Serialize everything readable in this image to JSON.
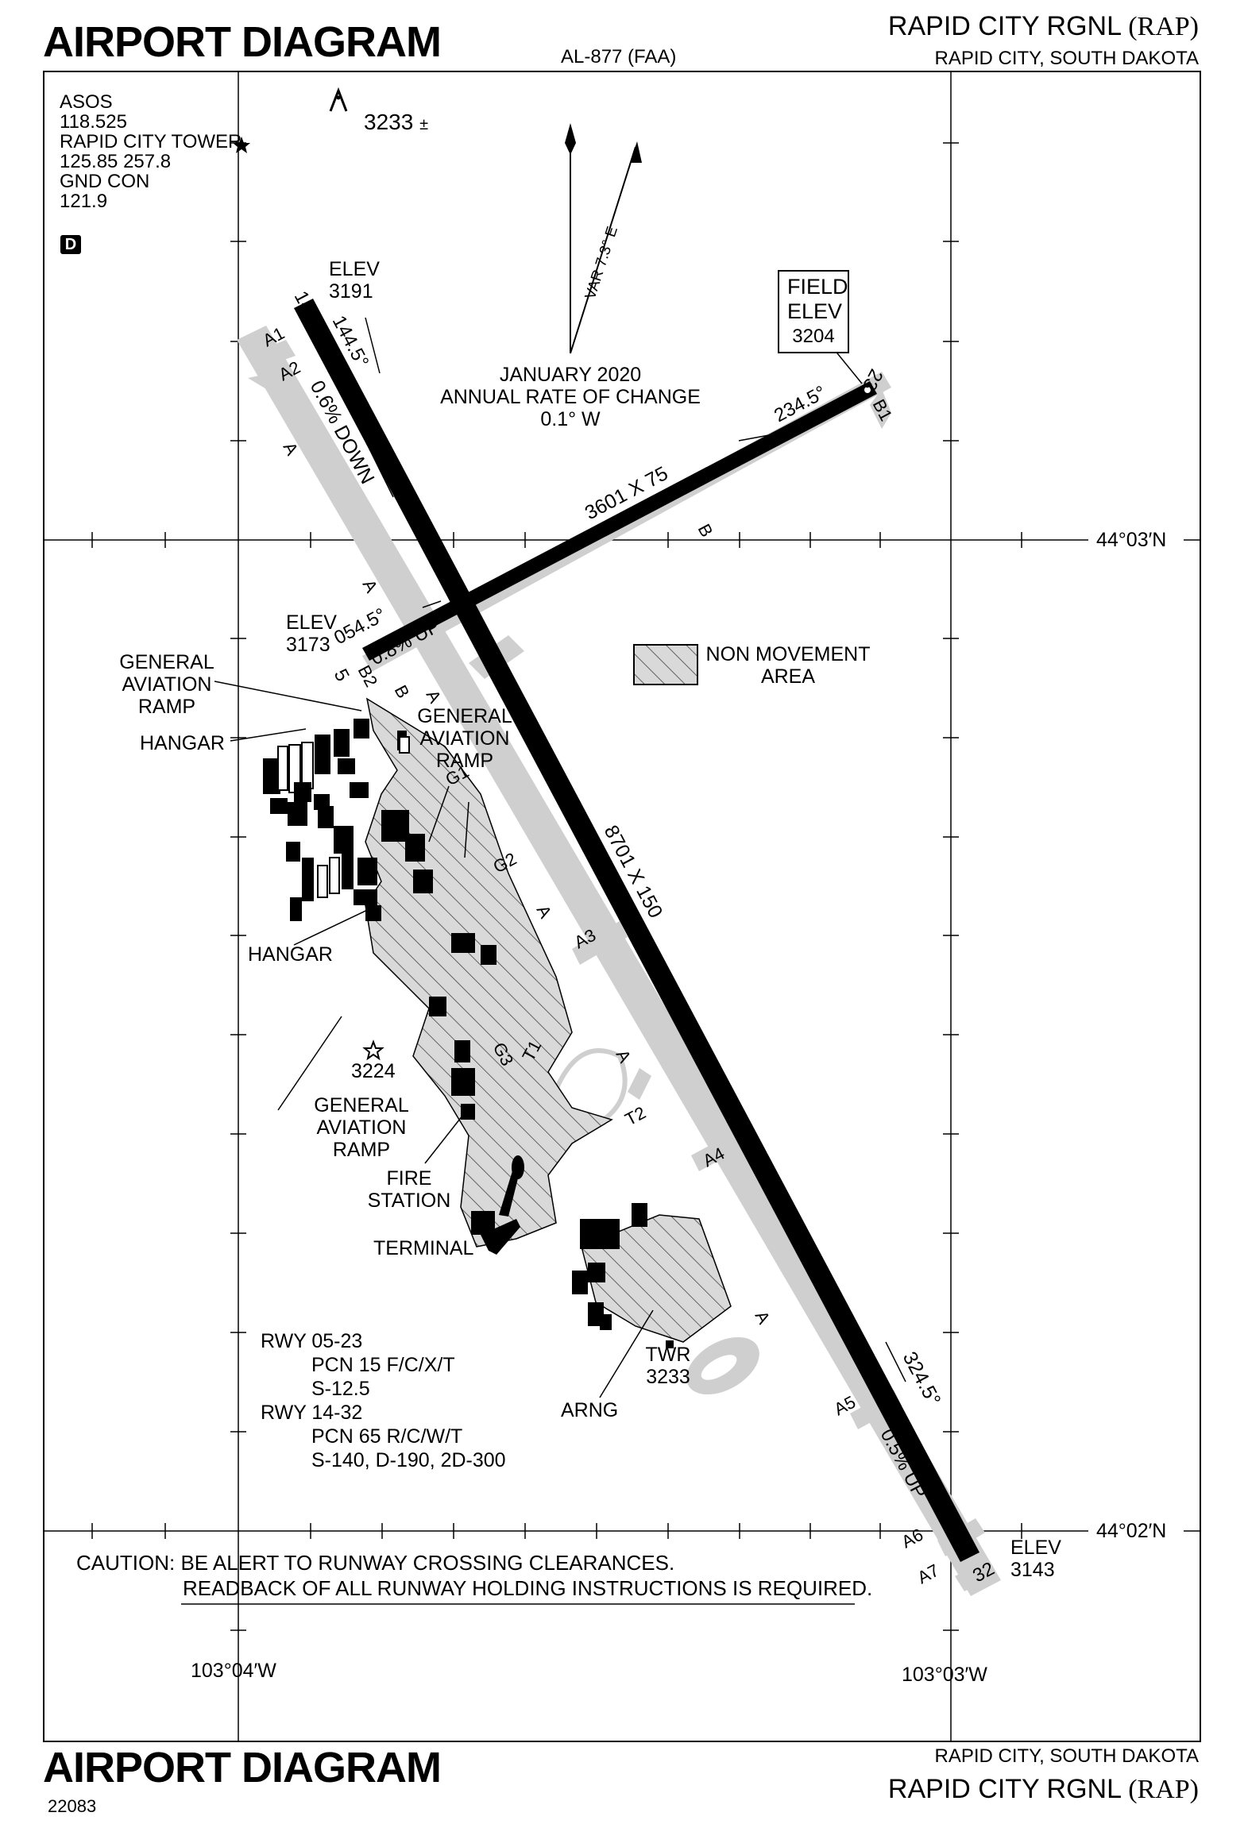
{
  "header": {
    "title": "AIRPORT DIAGRAM",
    "chart_id": "AL-877 (FAA)",
    "airport_name": "RAPID CITY RGNL",
    "airport_code": "(RAP)",
    "city_state": "RAPID CITY, SOUTH DAKOTA"
  },
  "frequencies": {
    "asos_label": "ASOS",
    "asos_freq": "118.525",
    "tower_label": "RAPID CITY TOWER",
    "tower_freq": "125.85  257.8",
    "gnd_label": "GND CON",
    "gnd_freq": "121.9",
    "d_badge": "D"
  },
  "obstacle": {
    "elevation": "3233",
    "suffix": "±"
  },
  "magnetic": {
    "var_label": "VAR 7.3° E",
    "date": "JANUARY 2020",
    "rate_label": "ANNUAL RATE OF CHANGE",
    "rate_value": "0.1° W"
  },
  "field_elev": {
    "line1": "FIELD",
    "line2": "ELEV",
    "value": "3204"
  },
  "runways": {
    "r14": {
      "number": "14",
      "elev_label": "ELEV",
      "elev": "3191",
      "bearing": "144.5°",
      "gradient": "0.6% DOWN"
    },
    "r32": {
      "number": "32",
      "elev_label": "ELEV",
      "elev": "3143",
      "bearing": "324.5°",
      "gradient": "0.5% UP"
    },
    "r05": {
      "number": "5",
      "elev_label": "ELEV",
      "elev": "3173",
      "bearing": "054.5°",
      "gradient": "0.8% UP"
    },
    "r23": {
      "number": "23",
      "bearing": "234.5°"
    },
    "dims_14_32": "8701 X 150",
    "dims_05_23": "3601 X 75"
  },
  "taxiways": {
    "A1": "A1",
    "A2": "A2",
    "A3": "A3",
    "A4": "A4",
    "A5": "A5",
    "A6": "A6",
    "A7": "A7",
    "A": "A",
    "B": "B",
    "B1": "B1",
    "B2": "B2",
    "G1": "G1",
    "G2": "G2",
    "G3": "G3",
    "T1": "T1",
    "T2": "T2"
  },
  "labels": {
    "ga_ramp_1": [
      "GENERAL",
      "AVIATION",
      "RAMP"
    ],
    "ga_ramp_2": [
      "GENERAL",
      "AVIATION",
      "RAMP"
    ],
    "ga_ramp_3": [
      "GENERAL",
      "AVIATION",
      "RAMP"
    ],
    "hangar_1": "HANGAR",
    "hangar_2": "HANGAR",
    "beacon_elev": "3224",
    "fire_station": [
      "FIRE",
      "STATION"
    ],
    "terminal": "TERMINAL",
    "twr": "TWR",
    "twr_elev": "3233",
    "arng": "ARNG",
    "non_movement": [
      "NON MOVEMENT",
      "AREA"
    ]
  },
  "coords": {
    "lat_north": "44°03′N",
    "lat_south": "44°02′N",
    "lon_west": "103°04′W",
    "lon_east": "103°03′W"
  },
  "runway_info": {
    "rwy_a": "RWY 05-23",
    "rwy_a_pcn": "PCN 15 F/C/X/T",
    "rwy_a_s": "S-12.5",
    "rwy_b": "RWY 14-32",
    "rwy_b_pcn": "PCN 65 R/C/W/T",
    "rwy_b_s": "S-140, D-190, 2D-300"
  },
  "caution": {
    "line1": "CAUTION: BE ALERT TO RUNWAY CROSSING CLEARANCES.",
    "line2": "READBACK OF ALL RUNWAY HOLDING INSTRUCTIONS IS REQUIRED."
  },
  "footer": {
    "title": "AIRPORT DIAGRAM",
    "city_state": "RAPID CITY, SOUTH DAKOTA",
    "airport_name": "RAPID CITY RGNL",
    "airport_code": "(RAP)",
    "cycle": "22083"
  }
}
